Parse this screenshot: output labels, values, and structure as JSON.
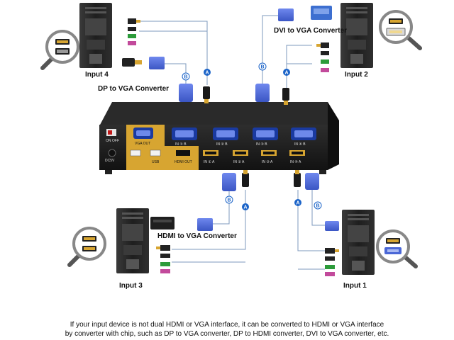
{
  "labels": {
    "input1": "Input 1",
    "input2": "Input 2",
    "input3": "Input 3",
    "input4": "Input 4",
    "dp_conv": "DP to VGA Converter",
    "dvi_conv": "DVI to VGA Converter",
    "hdmi_conv": "HDMI to VGA Converter"
  },
  "panel": {
    "vga_out": "VGA OUT",
    "hdmi_out": "HDMI OUT",
    "dc": "DC5V",
    "on": "ON",
    "off": "OFF",
    "usb": "USB",
    "port_ids": [
      "IN ① B",
      "IN ② B",
      "IN ③ B",
      "IN ④ B"
    ],
    "hdmi_ids": [
      "IN ① A",
      "IN ② A",
      "IN ③ A",
      "IN ④ A"
    ]
  },
  "cable_tags": {
    "a": "A",
    "b": "B"
  },
  "caption": {
    "line1": "If your input device is not dual HDMI or VGA interface, it can be converted to HDMI or VGA  interface",
    "line2": "by converter with chip, such as DP to VGA converter, DP to HDMI converter, DVI to VGA converter, etc."
  },
  "colors": {
    "kvm_body": "#1c1c1c",
    "gold_panel": "#d7a531",
    "vga_blue": "#4a67d6",
    "cable_line": "#6f8fb5",
    "badge_blue": "#1a63c8",
    "tower": "#2a2a2a"
  }
}
